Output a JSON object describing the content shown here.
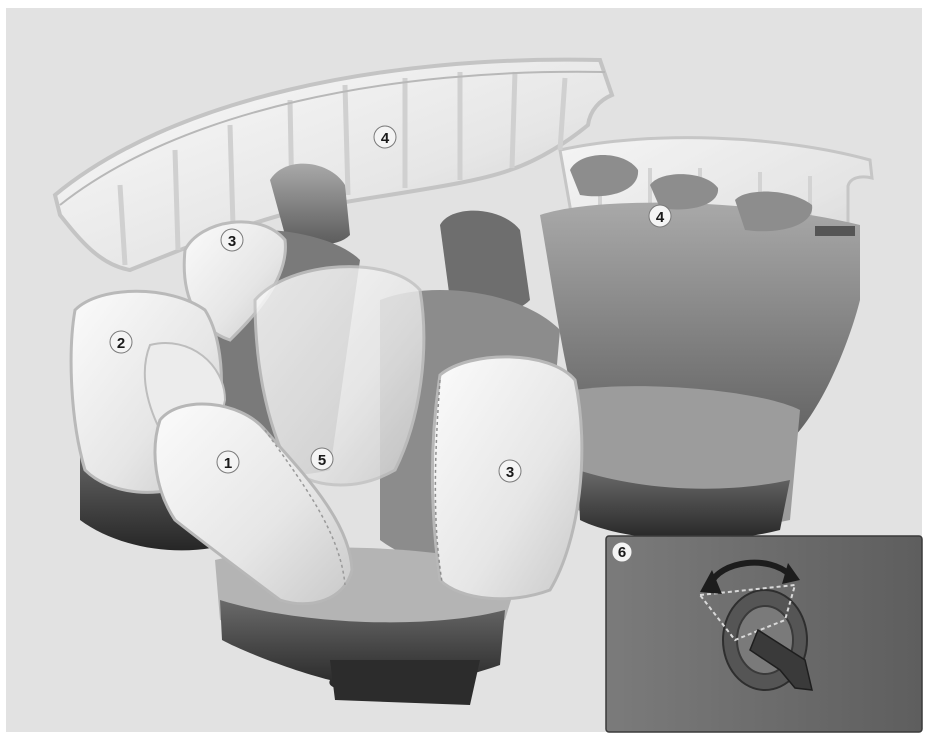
{
  "figure": {
    "callouts": {
      "front_airbag": "1",
      "knee_airbag": "2",
      "side_airbag_front_left": "3",
      "side_airbag_front_right": "3",
      "curtain_airbag_front": "4",
      "curtain_airbag_rear": "4",
      "center_airbag": "5",
      "switch_inset": "6"
    },
    "colors": {
      "page_bg": "#ffffff",
      "panel_bg": "#e2e2e2",
      "inset_bg": "#6f6f6f",
      "airbag_fill": "#f2f2f2",
      "seat_shade": "#8a8a8a",
      "seat_dark": "#3e3e3e"
    }
  }
}
